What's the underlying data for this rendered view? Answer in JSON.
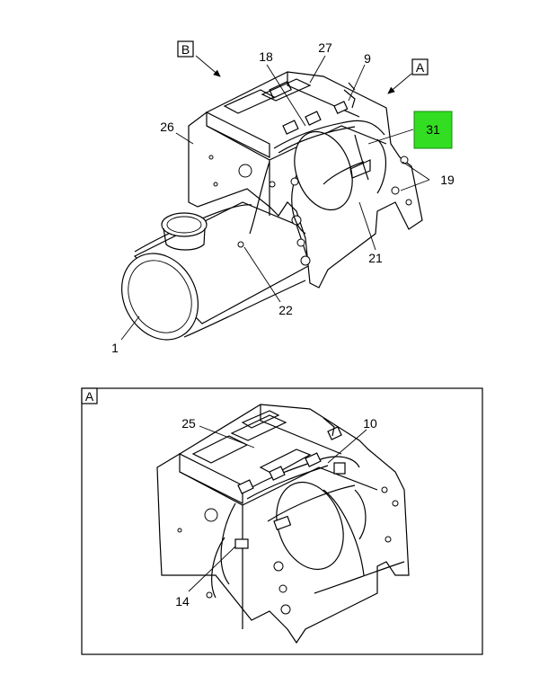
{
  "view_labels": {
    "b": "B",
    "a": "A",
    "detail_a": "A"
  },
  "callouts": {
    "c1": "1",
    "c9": "9",
    "c10": "10",
    "c14": "14",
    "c18": "18",
    "c19": "19",
    "c21": "21",
    "c22": "22",
    "c25": "25",
    "c26": "26",
    "c27": "27",
    "c31": "31"
  },
  "colors": {
    "highlight": "#33dd22",
    "line": "#000000",
    "background": "#ffffff"
  }
}
